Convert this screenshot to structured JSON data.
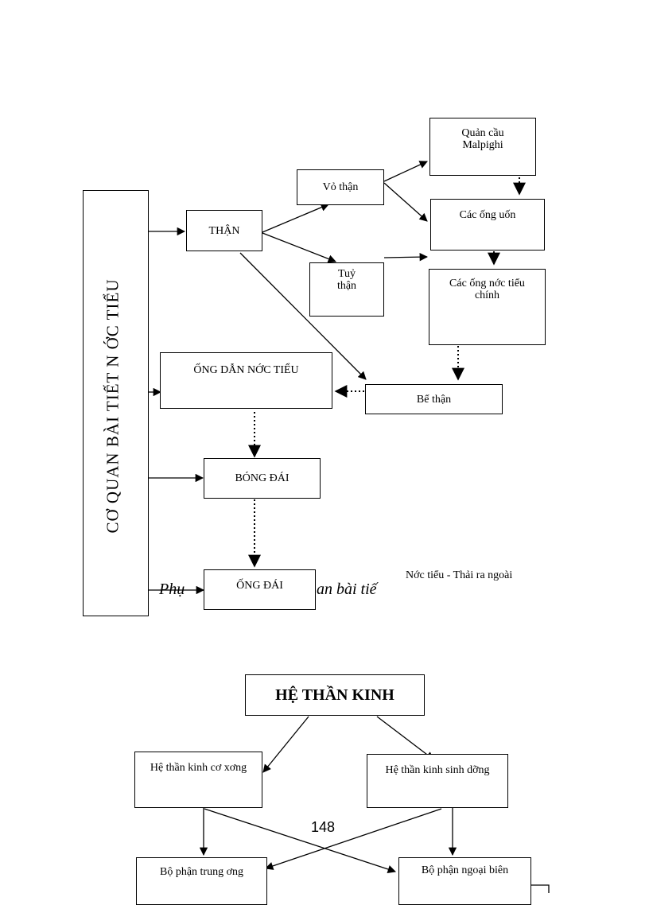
{
  "diagram1": {
    "side_label": "CƠ QUAN BÀI TIẾT N ỚC TIỂU",
    "than": "THẬN",
    "vo_than": "Vỏ thận",
    "tuy_than": "Tuỷ thận",
    "quan_cau": "Quản cầu Malpighi",
    "ong_uon": "Các ống uốn",
    "ong_nuoc_tieu_chinh": "Các ống nớc tiểu chính",
    "be_than": "Bể thận",
    "ong_dan_nuoc_tieu": "ỐNG DẪN NỚC TIỂU",
    "bong_dai": "BÓNG ĐÁI",
    "ong_dai": "ỐNG ĐÁI",
    "output_note": "Nớc tiểu - Thải ra ngoài",
    "ghost_text_left": "Phụ",
    "ghost_text_right": "an bài tiế"
  },
  "diagram2": {
    "title": "HỆ THẦN KINH",
    "co_xuong": "Hệ thần kinh cơ xơng",
    "sinh_duong": "Hệ thần kinh sinh dỡng",
    "trung_uong": "Bộ phận trung ơng",
    "ngoai_bien": "Bộ phận ngoại biên"
  },
  "page_number": "148"
}
